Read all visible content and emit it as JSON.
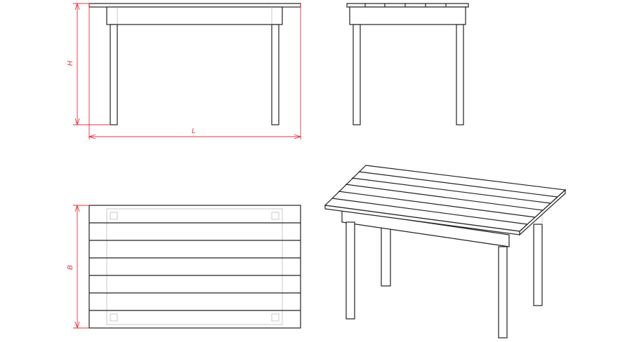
{
  "dimensions": {
    "height_label": "H",
    "length_label": "L",
    "width_label": "B"
  },
  "colors": {
    "dimension": "#e8323c",
    "outline": "#222222",
    "hidden": "#bbbbbb"
  },
  "views": [
    "front",
    "side",
    "top",
    "isometric"
  ],
  "top_view_slats": 7
}
